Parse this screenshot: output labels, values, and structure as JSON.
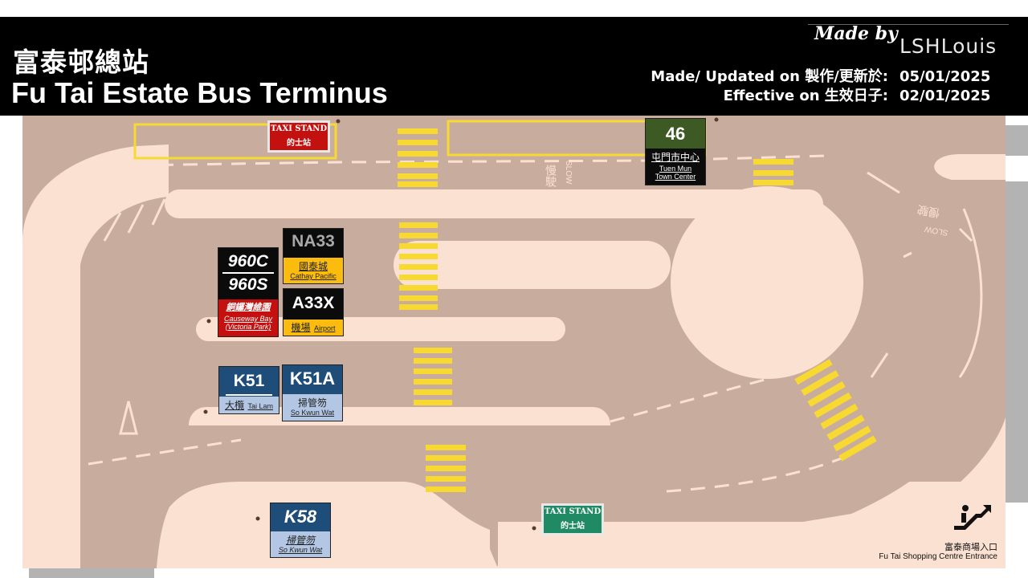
{
  "header": {
    "title_zh": "富泰邨總站",
    "title_en": "Fu Tai Estate Bus Terminus",
    "made_by": "Made by",
    "author": "LSHLouis",
    "updated_label": "Made/ Updated on 製作/更新於:",
    "updated_value": "05/01/2025",
    "effective_label": "Effective on 生效日子:",
    "effective_value": "02/01/2025"
  },
  "colors": {
    "map_bg": "#fbe1d2",
    "road": "#c8ad9e",
    "crossing": "#f7d931",
    "taxi_red": "#c2110f",
    "taxi_green": "#1f8a64",
    "route_red": "#c4110f",
    "route_black": "#0b0b0b",
    "route_green": "#3d5a25",
    "route_blue": "#1e4d7a",
    "dest_yellow": "#fbbc0d",
    "dest_lightblue": "#b3c7e4"
  },
  "routes": {
    "r960": {
      "nums": [
        "960C",
        "960S"
      ],
      "dest_zh": "銅鑼灣維園",
      "dest_en": [
        "Causeway Bay",
        "(Victoria Park)"
      ]
    },
    "na33": {
      "num": "NA33",
      "dest_zh": "國泰城",
      "dest_en": "Cathay Pacific"
    },
    "a33x": {
      "num": "A33X",
      "dest_zh": "機場",
      "dest_en": "Airport"
    },
    "k51": {
      "num": "K51",
      "dest_zh": "大欖",
      "dest_en": "Tai Lam"
    },
    "k51a": {
      "num": "K51A",
      "dest_zh": "掃管笏",
      "dest_en": "So Kwun Wat"
    },
    "k58": {
      "num": "K58",
      "dest_zh": "掃管笏",
      "dest_en": "So Kwun Wat"
    },
    "r46": {
      "num": "46",
      "dest_zh": "屯門市中心",
      "dest_en": [
        "Tuen Mun",
        "Town Center"
      ]
    }
  },
  "taxi_top": {
    "en": "TAXI STAND",
    "zh": "的士站"
  },
  "taxi_bottom": {
    "en": "TAXI STAND",
    "zh": "的士站"
  },
  "road_marks": {
    "slow_zh": "慢駛",
    "slow_en": "SLOW"
  },
  "mall": {
    "icon": "escalator-icon",
    "zh": "富泰商場入口",
    "en": "Fu Tai Shopping Centre Entrance"
  }
}
